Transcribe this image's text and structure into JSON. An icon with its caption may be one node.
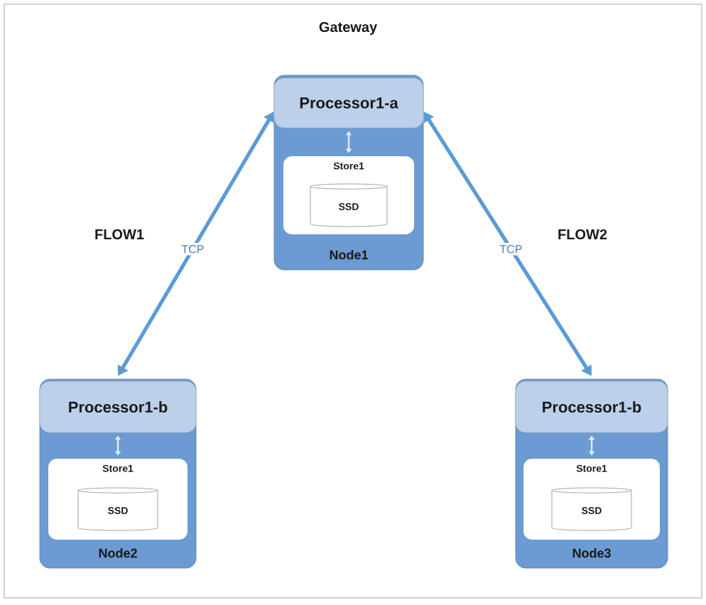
{
  "diagram": {
    "title": "Gateway",
    "nodes": [
      {
        "text": [
          "Node1"
        ]
      },
      {
        "text": [
          "Processor1-a"
        ],
        "in": 0
      },
      {
        "text": [
          "Store1"
        ],
        "in": 0
      },
      {
        "text": [
          "SSD"
        ],
        "in": 2
      },
      {
        "text": [
          "Node2"
        ]
      },
      {
        "text": [
          "Processor1-b"
        ],
        "in": 4
      },
      {
        "text": [
          "Store1"
        ],
        "in": 4
      },
      {
        "text": [
          "SSD"
        ],
        "in": 6
      },
      {
        "text": [
          "Node3"
        ]
      },
      {
        "text": [
          "Processor1-b"
        ],
        "in": 8
      },
      {
        "text": [
          "Store1"
        ],
        "in": 8
      },
      {
        "text": [
          "SSD"
        ],
        "in": 10
      }
    ],
    "edges": [
      {
        "from": 1,
        "to": 2,
        "arrow": "both",
        "color": "#e3ebf7"
      },
      {
        "from": 5,
        "to": 6,
        "arrow": "both",
        "color": "#e3ebf7"
      },
      {
        "from": 9,
        "to": 10,
        "arrow": "both",
        "color": "#e3ebf7"
      },
      {
        "from": 1,
        "to": 5,
        "arrow": "both",
        "label": "TCP",
        "color": "#5b9bd5"
      },
      {
        "from": 1,
        "to": 9,
        "arrow": "both",
        "label": "TCP",
        "color": "#5b9bd5"
      }
    ],
    "labels": [
      "FLOW1",
      "FLOW2"
    ]
  }
}
